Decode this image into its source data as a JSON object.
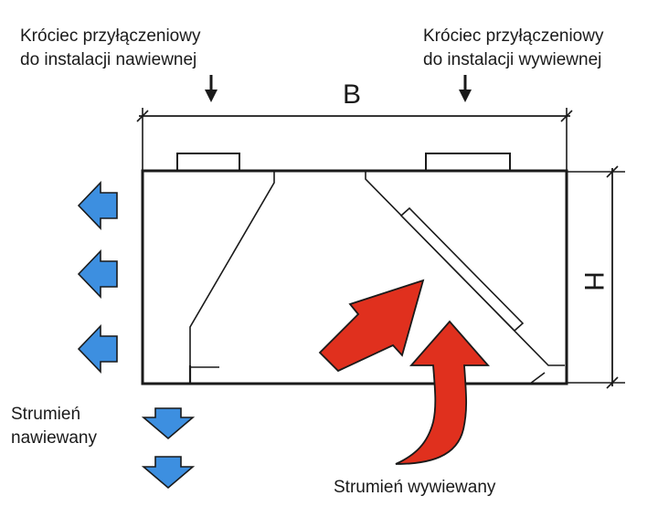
{
  "labels": {
    "supply_connection": [
      "Króciec przyłączeniowy",
      "do instalacji nawiewnej"
    ],
    "exhaust_connection": [
      "Króciec przyłączeniowy",
      "do instalacji wywiewnej"
    ],
    "supply_flow": [
      "Strumień",
      "nawiewany"
    ],
    "exhaust_flow": "Strumień wywiewany"
  },
  "dimensions": {
    "width": "B",
    "height": "H"
  },
  "colors": {
    "supply_arrow": "#3d8fe0",
    "exhaust_arrow": "#e0301e",
    "outline": "#1a1a1a"
  },
  "icons": {
    "supply_arrow": "arrow-left-icon / arrow-down-icon",
    "exhaust_arrow": "curved-arrow-up-icon"
  }
}
